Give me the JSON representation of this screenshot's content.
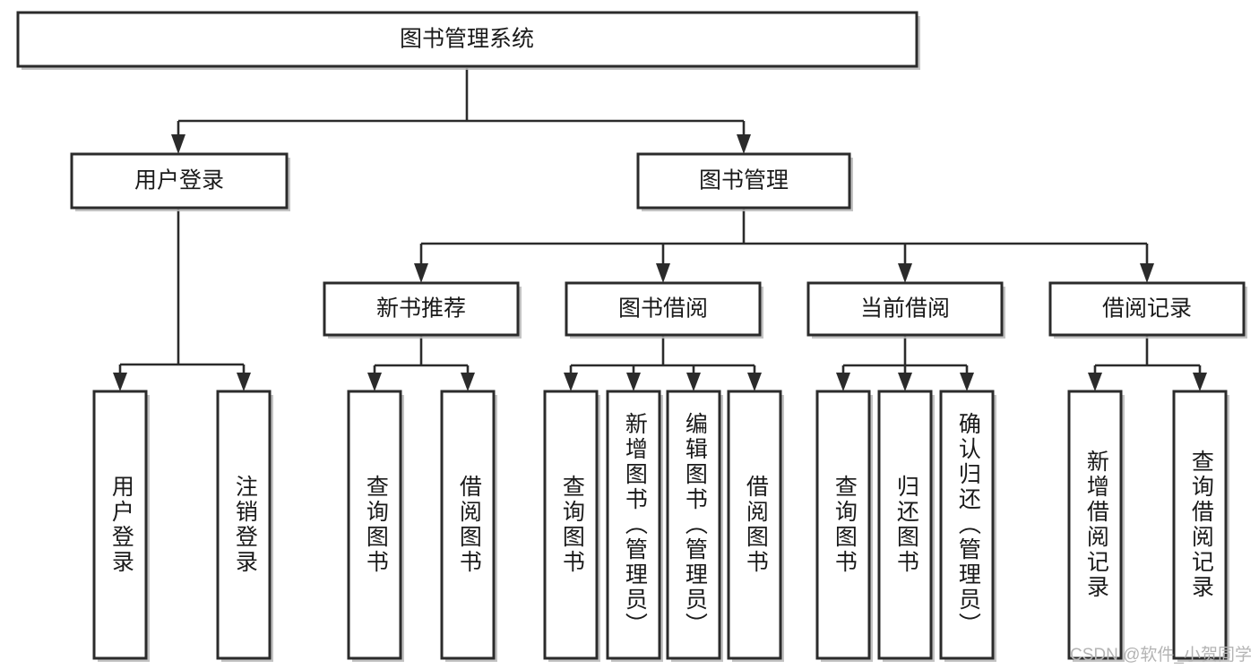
{
  "diagram": {
    "type": "tree",
    "title": "图书管理系统",
    "watermark": "CSDN @软件_小贺同学",
    "colors": {
      "stroke": "#2b2b2b",
      "fill": "#ffffff",
      "text": "#1a1a1a",
      "shadow": "#b9b9b9",
      "watermark": "#b4b4b4"
    },
    "nodes": {
      "root": {
        "label": "图书管理系统",
        "level": 1,
        "orientation": "horizontal"
      },
      "n_user_login": {
        "label": "用户登录",
        "level": 2,
        "orientation": "horizontal"
      },
      "n_book_mgmt": {
        "label": "图书管理",
        "level": 2,
        "orientation": "horizontal"
      },
      "n_new_book": {
        "label": "新书推荐",
        "level": 3,
        "orientation": "horizontal"
      },
      "n_borrow": {
        "label": "图书借阅",
        "level": 3,
        "orientation": "horizontal"
      },
      "n_current": {
        "label": "当前借阅",
        "level": 3,
        "orientation": "horizontal"
      },
      "n_record": {
        "label": "借阅记录",
        "level": 3,
        "orientation": "horizontal"
      },
      "l_user_login": {
        "label": "用户登录",
        "level": 4,
        "orientation": "vertical"
      },
      "l_logout": {
        "label": "注销登录",
        "level": 4,
        "orientation": "vertical"
      },
      "l_query_book_1": {
        "label": "查询图书",
        "level": 4,
        "orientation": "vertical"
      },
      "l_borrow_book_1": {
        "label": "借阅图书",
        "level": 4,
        "orientation": "vertical"
      },
      "l_query_book_2": {
        "label": "查询图书",
        "level": 4,
        "orientation": "vertical"
      },
      "l_add_book": {
        "label": "新增图书（管理员）",
        "level": 4,
        "orientation": "vertical"
      },
      "l_edit_book": {
        "label": "编辑图书（管理员）",
        "level": 4,
        "orientation": "vertical"
      },
      "l_borrow_book_2": {
        "label": "借阅图书",
        "level": 4,
        "orientation": "vertical"
      },
      "l_query_book_3": {
        "label": "查询图书",
        "level": 4,
        "orientation": "vertical"
      },
      "l_return_book": {
        "label": "归还图书",
        "level": 4,
        "orientation": "vertical"
      },
      "l_confirm_return": {
        "label": "确认归还（管理员）",
        "level": 4,
        "orientation": "vertical"
      },
      "l_add_record": {
        "label": "新增借阅记录",
        "level": 4,
        "orientation": "vertical"
      },
      "l_query_record": {
        "label": "查询借阅记录",
        "level": 4,
        "orientation": "vertical"
      }
    },
    "edges": [
      {
        "from": "root",
        "to": "n_user_login"
      },
      {
        "from": "root",
        "to": "n_book_mgmt"
      },
      {
        "from": "n_user_login",
        "to": "l_user_login"
      },
      {
        "from": "n_user_login",
        "to": "l_logout"
      },
      {
        "from": "n_book_mgmt",
        "to": "n_new_book"
      },
      {
        "from": "n_book_mgmt",
        "to": "n_borrow"
      },
      {
        "from": "n_book_mgmt",
        "to": "n_current"
      },
      {
        "from": "n_book_mgmt",
        "to": "n_record"
      },
      {
        "from": "n_new_book",
        "to": "l_query_book_1"
      },
      {
        "from": "n_new_book",
        "to": "l_borrow_book_1"
      },
      {
        "from": "n_borrow",
        "to": "l_query_book_2"
      },
      {
        "from": "n_borrow",
        "to": "l_add_book"
      },
      {
        "from": "n_borrow",
        "to": "l_edit_book"
      },
      {
        "from": "n_borrow",
        "to": "l_borrow_book_2"
      },
      {
        "from": "n_current",
        "to": "l_query_book_3"
      },
      {
        "from": "n_current",
        "to": "l_return_book"
      },
      {
        "from": "n_current",
        "to": "l_confirm_return"
      },
      {
        "from": "n_record",
        "to": "l_add_record"
      },
      {
        "from": "n_record",
        "to": "l_query_record"
      }
    ]
  }
}
